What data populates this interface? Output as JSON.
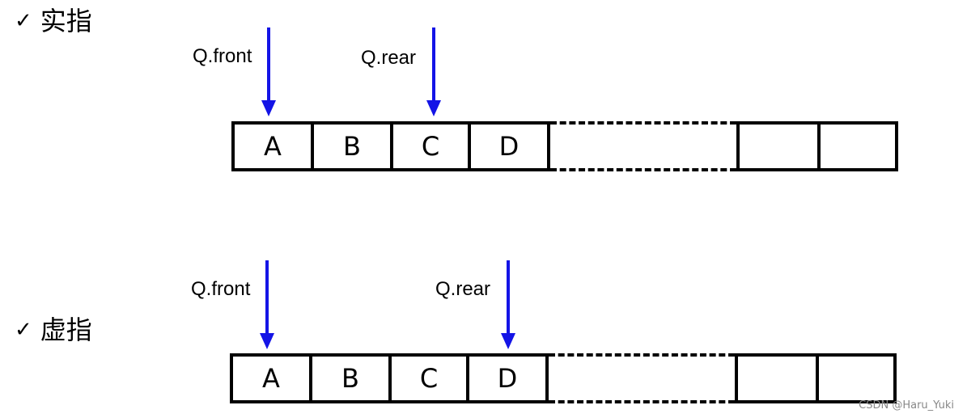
{
  "sections": [
    {
      "label": "实指",
      "front_label": "Q.front",
      "rear_label": "Q.rear",
      "cells": [
        "A",
        "B",
        "C",
        "D"
      ],
      "front_points_to_index": 0,
      "rear_points_to_index": 2
    },
    {
      "label": "虚指",
      "front_label": "Q.front",
      "rear_label": "Q.rear",
      "cells": [
        "A",
        "B",
        "C",
        "D"
      ],
      "front_points_to_index": 0,
      "rear_points_to_index": 3
    }
  ],
  "check_mark": "✓",
  "arrow_color": "#1414e6",
  "watermark": "CSDN @Haru_Yuki"
}
